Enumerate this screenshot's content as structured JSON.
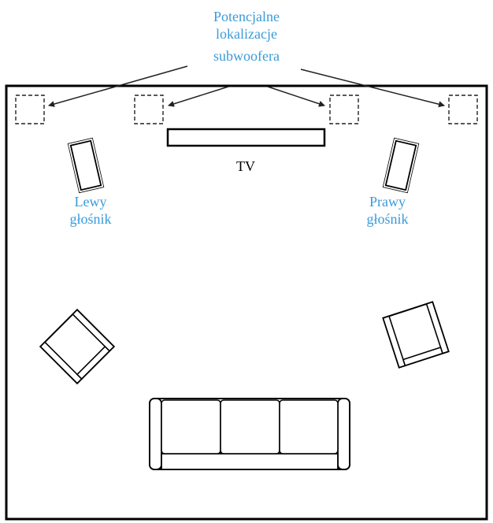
{
  "labels": {
    "subwoofer": [
      "Potencjalne",
      "lokalizacje",
      "subwoofera"
    ],
    "tv": "TV",
    "left_speaker": [
      "Lewy",
      "głośnik"
    ],
    "right_speaker": [
      "Prawy",
      "głośnik"
    ]
  },
  "colors": {
    "label_blue": "#3a9bd9",
    "line": "#000000"
  }
}
